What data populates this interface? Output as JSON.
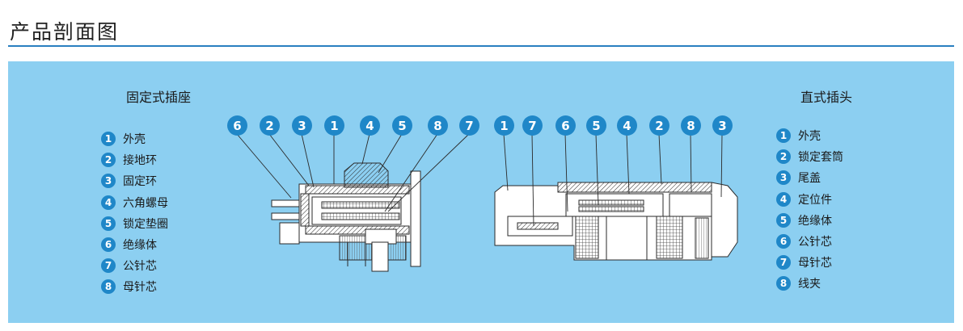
{
  "page": {
    "title": "产品剖面图"
  },
  "left": {
    "title": "固定式插座",
    "legend": [
      {
        "n": "1",
        "label": "外壳"
      },
      {
        "n": "2",
        "label": "接地环"
      },
      {
        "n": "3",
        "label": "固定环"
      },
      {
        "n": "4",
        "label": "六角螺母"
      },
      {
        "n": "5",
        "label": "锁定垫圈"
      },
      {
        "n": "6",
        "label": "绝缘体"
      },
      {
        "n": "7",
        "label": "公针芯"
      },
      {
        "n": "8",
        "label": "母针芯"
      }
    ],
    "callouts": [
      "6",
      "2",
      "3",
      "1",
      "4",
      "5",
      "8",
      "7"
    ]
  },
  "right": {
    "title": "直式插头",
    "legend": [
      {
        "n": "1",
        "label": "外壳"
      },
      {
        "n": "2",
        "label": "锁定套筒"
      },
      {
        "n": "3",
        "label": "尾盖"
      },
      {
        "n": "4",
        "label": "定位件"
      },
      {
        "n": "5",
        "label": "绝缘体"
      },
      {
        "n": "6",
        "label": "公针芯"
      },
      {
        "n": "7",
        "label": "母针芯"
      },
      {
        "n": "8",
        "label": "线夹"
      }
    ],
    "callouts": [
      "1",
      "7",
      "6",
      "5",
      "4",
      "2",
      "8",
      "3"
    ]
  },
  "colors": {
    "panel": "#8ccff1",
    "accent": "#1f87c8",
    "rule": "#2a7fc0"
  }
}
